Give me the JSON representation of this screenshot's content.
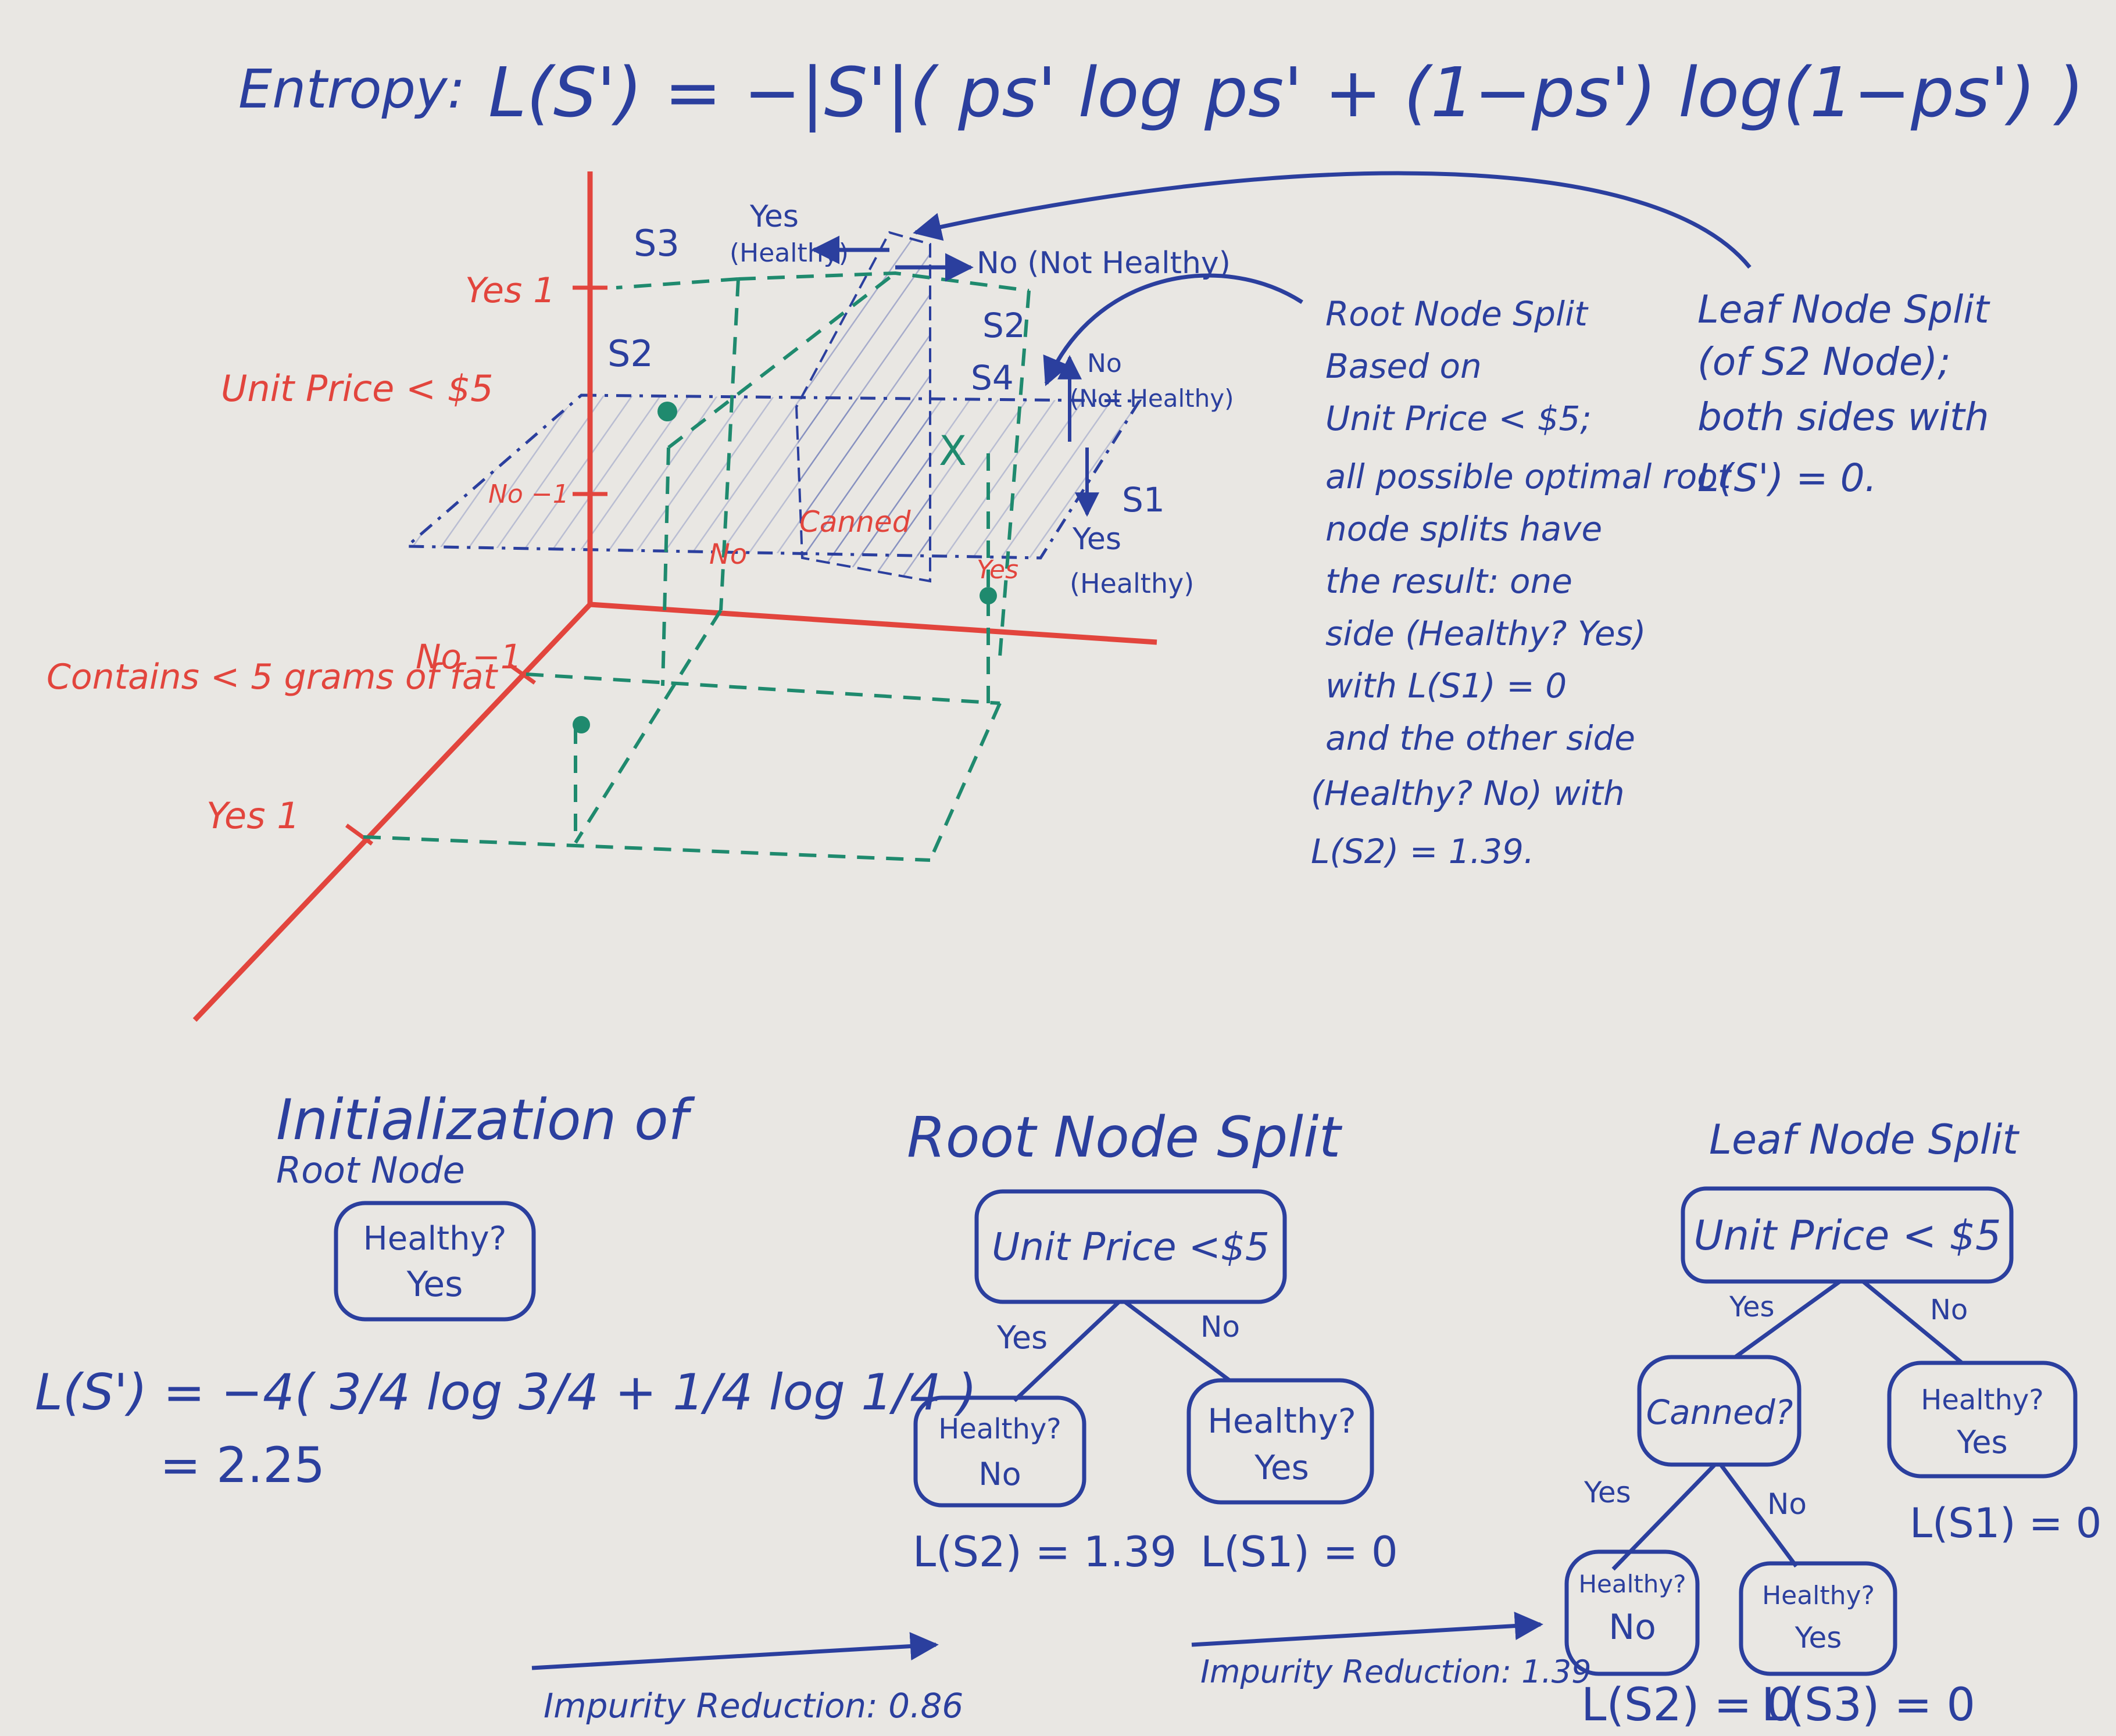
{
  "colors": {
    "board": "#e9e7e3",
    "blue_marker": "#2b3f9e",
    "red_marker": "#e2453d",
    "green_marker": "#1f8a6e"
  },
  "header": {
    "label": "Entropy:",
    "formula": "L(S') = −|S'|( ps' log ps' + (1−ps') log(1−ps') )"
  },
  "plot3d": {
    "axis_labels": {
      "vertical": "Unit Price < $5",
      "depth": "Contains < 5 grams of fat",
      "horizontal": "Canned"
    },
    "ticks": {
      "vertical_yes": "Yes 1",
      "vertical_no": "No −1",
      "depth_no": "No −1",
      "depth_yes": "Yes 1",
      "horizontal_no": "No",
      "horizontal_yes": "Yes"
    },
    "region_labels": {
      "s3": "S3",
      "s2_left": "S2",
      "s2_right": "S2",
      "s4": "S4",
      "s1": "S1"
    },
    "arrow_labels": {
      "top_yes": "Yes",
      "top_healthy": "(Healthy)",
      "top_no": "No (Not Healthy)",
      "right_no": "No",
      "right_not_healthy": "(Not Healthy)",
      "right_yes": "Yes",
      "right_healthy": "(Healthy)"
    },
    "markers": {
      "x_mark": "X"
    }
  },
  "notes": {
    "root": [
      "Root Node Split",
      "Based on",
      "Unit Price < $5;",
      "all possible optimal root",
      "node splits have",
      "the result: one",
      "side (Healthy? Yes)",
      "with L(S1) = 0",
      "and the other side",
      "(Healthy? No) with",
      "L(S2) = 1.39."
    ],
    "leaf": [
      "Leaf Node Split",
      "(of S2 Node);",
      "both sides with",
      "L(S') = 0."
    ]
  },
  "init": {
    "title_line1": "Initialization of",
    "title_line2": "Root Node",
    "node_line1": "Healthy?",
    "node_line2": "Yes",
    "formula": "L(S') = −4( 3/4 log 3/4 + 1/4 log 1/4 )",
    "result": "= 2.25"
  },
  "root_split": {
    "title": "Root Node Split",
    "root_node": "Unit Price <$5",
    "edge_yes": "Yes",
    "edge_no": "No",
    "left_line1": "Healthy?",
    "left_line2": "No",
    "right_line1": "Healthy?",
    "right_line2": "Yes",
    "left_loss": "L(S2) = 1.39",
    "right_loss": "L(S1) = 0"
  },
  "leaf_split": {
    "title": "Leaf Node Split",
    "root_node": "Unit Price < $5",
    "edge_yes": "Yes",
    "edge_no": "No",
    "canned_node": "Canned?",
    "right_line1": "Healthy?",
    "right_line2": "Yes",
    "right_loss": "L(S1) = 0",
    "canned_yes": "Yes",
    "canned_no": "No",
    "ll_line1": "Healthy?",
    "ll_line2": "No",
    "lr_line1": "Healthy?",
    "lr_line2": "Yes",
    "ll_loss": "L(S2) = 0",
    "lr_loss": "L(S3) = 0"
  },
  "reductions": {
    "first": "Impurity Reduction: 0.86",
    "second": "Impurity Reduction: 1.39"
  }
}
